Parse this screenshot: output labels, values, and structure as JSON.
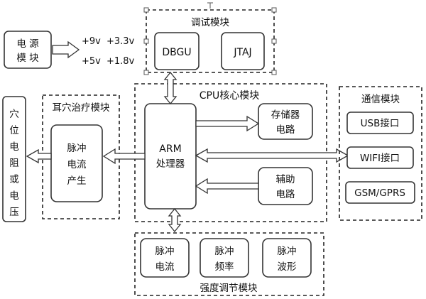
{
  "power": {
    "box_line1": "电 源",
    "box_line2": "模 块",
    "v1": "+9v",
    "v2": "+3.3v",
    "v3": "+5v",
    "v4": "+1.8v"
  },
  "debug_module": {
    "title": "调试模块",
    "dbgu": "DBGU",
    "jtag": "JTAJ"
  },
  "acupoint": {
    "chars": [
      "穴",
      "位",
      "电",
      "阻",
      "或",
      "电",
      "压"
    ]
  },
  "ear_module": {
    "title": "耳穴治疗模块",
    "line1": "脉冲",
    "line2": "电流",
    "line3": "产生"
  },
  "cpu_module": {
    "title": "CPU核心模块",
    "arm_line1": "ARM",
    "arm_line2": "处理器",
    "storage_line1": "存储器",
    "storage_line2": "电路",
    "aux_line1": "辅助",
    "aux_line2": "电路"
  },
  "comm_module": {
    "title": "通信模块",
    "usb": "USB接口",
    "wifi": "WIFI接口",
    "gsm": "GSM/GPRS"
  },
  "intensity_module": {
    "title": "强度调节模块",
    "current_line1": "脉冲",
    "current_line2": "电流",
    "freq_line1": "脉冲",
    "freq_line2": "频率",
    "wave_line1": "脉冲",
    "wave_line2": "波形"
  }
}
